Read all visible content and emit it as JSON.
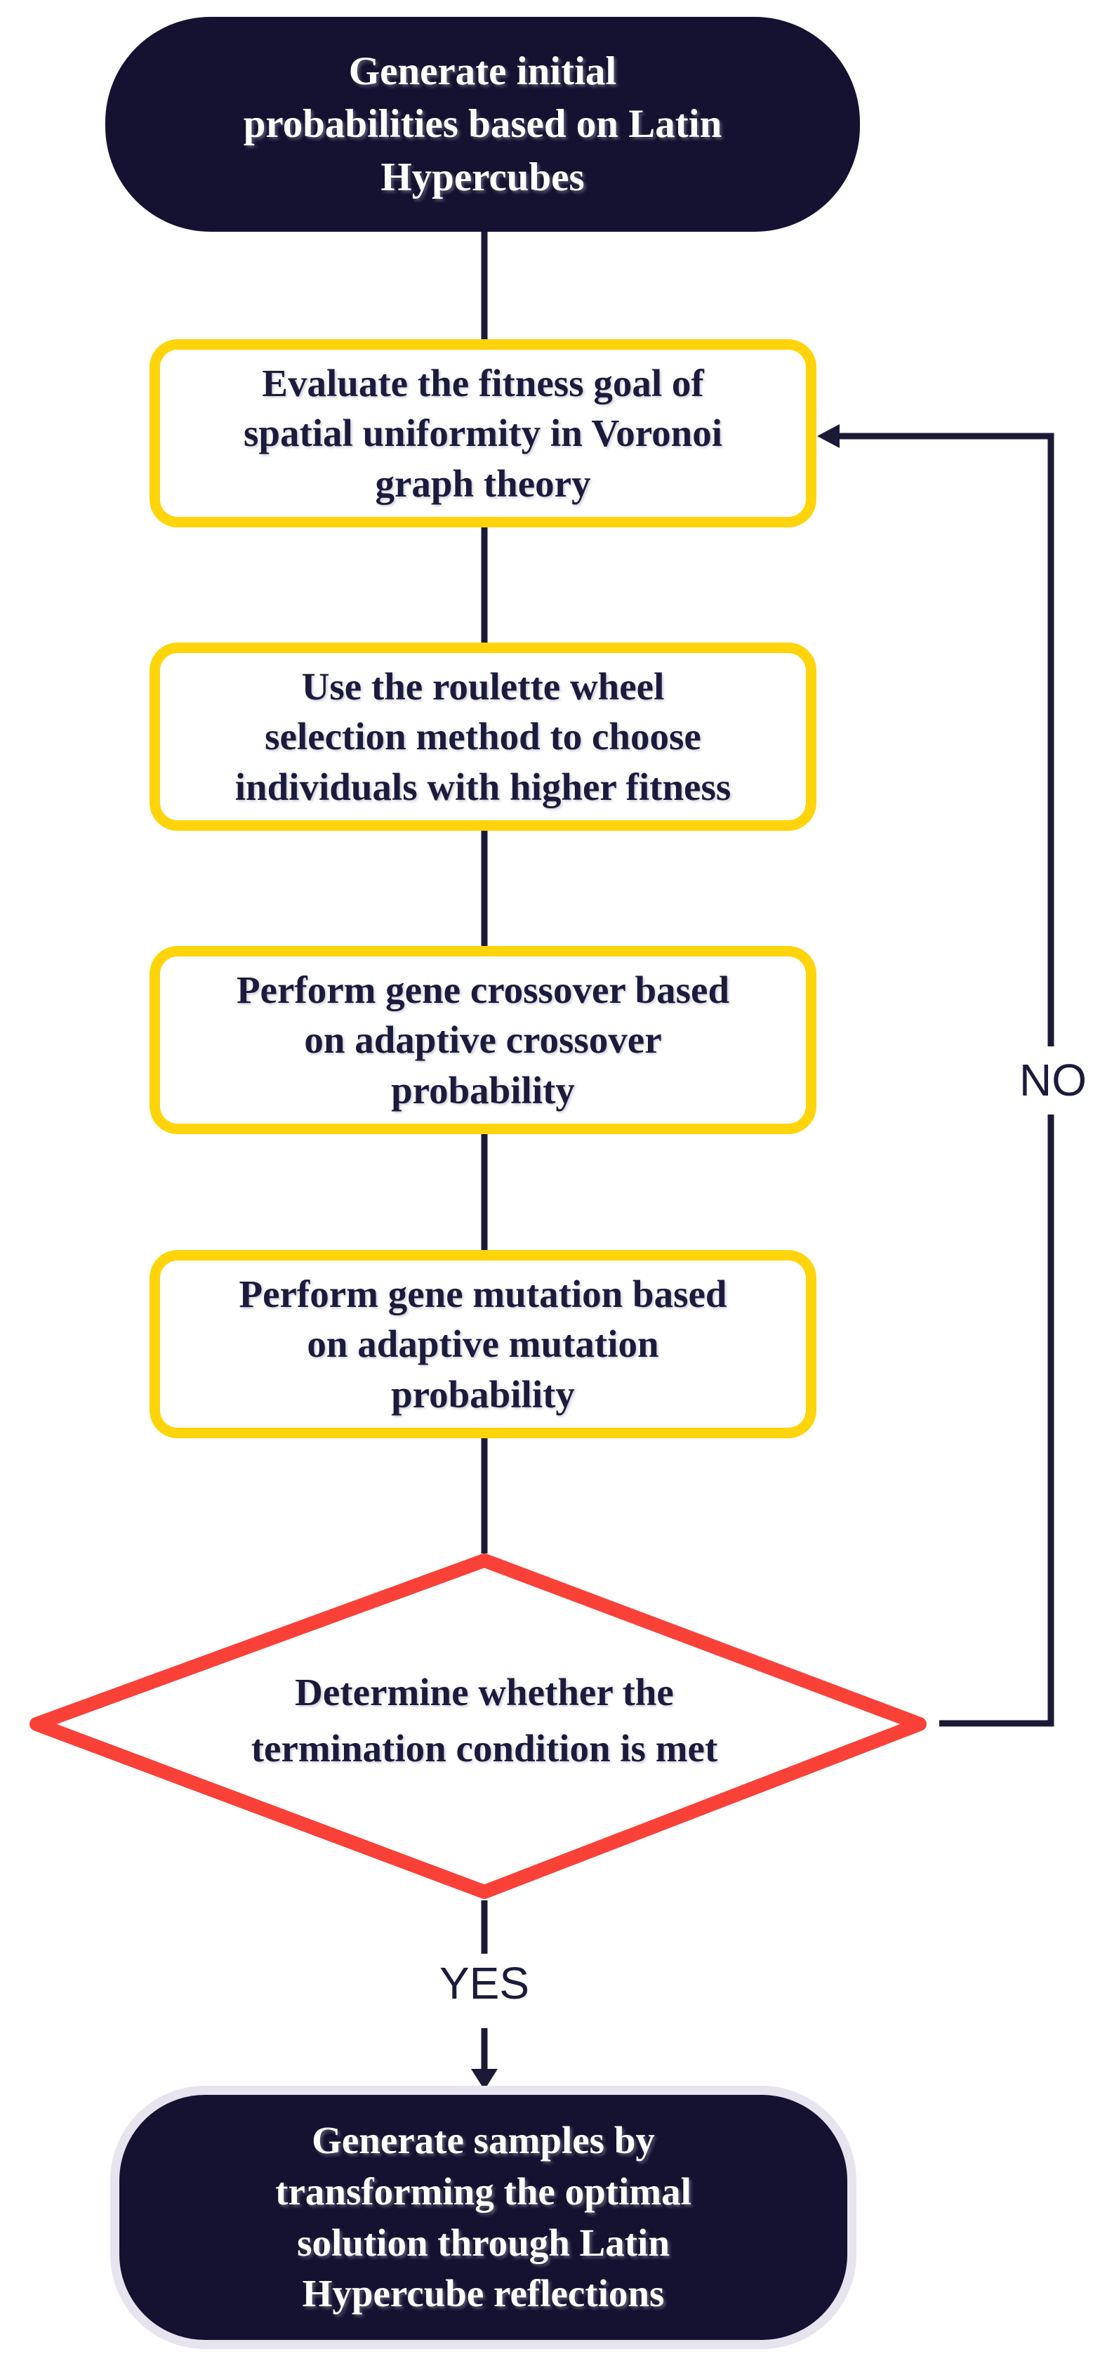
{
  "colors": {
    "bg": "#ffffff",
    "node-fill": "#151130",
    "node-text": "#ffffff",
    "ink": "#1b1b3c",
    "yellow": "#ffd40a",
    "red": "#fa4138",
    "line": "#191b36",
    "halo": "#e7e4ef"
  },
  "nodes": {
    "start": "Generate initial\nprobabilities based on Latin\nHypercubes",
    "evaluate": "Evaluate the fitness goal of\nspatial uniformity in Voronoi\ngraph theory",
    "selection": "Use the roulette wheel\nselection method to choose\nindividuals with higher fitness",
    "crossover": "Perform gene crossover based\non adaptive crossover\nprobability",
    "mutation": "Perform gene mutation based\non adaptive mutation\nprobability",
    "decision": "Determine whether the\ntermination condition is met",
    "end": "Generate samples by\ntransforming the optimal\nsolution through Latin\nHypercube reflections"
  },
  "edge_labels": {
    "no": "NO",
    "yes": "YES"
  }
}
